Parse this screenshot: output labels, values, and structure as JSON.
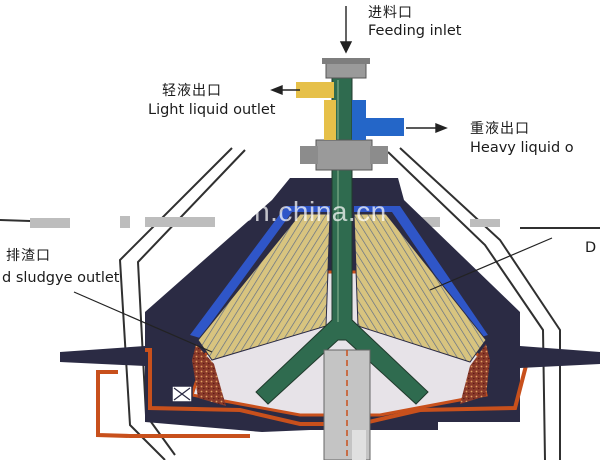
{
  "labels": {
    "feed_cn": "进料口",
    "feed_en": "Feeding inlet",
    "light_cn": "轻液出口",
    "light_en": "Light liquid outlet",
    "heavy_cn": "重液出口",
    "heavy_en": "Heavy liquid o",
    "sludge_cn": "排渣口",
    "sludge_en": "d sludgye outlet",
    "right_cut": "D"
  },
  "watermark": "en.china.cn",
  "colors": {
    "housing": "#2b2b44",
    "feed_tube": "#2f6b4f",
    "blue_channel": "#2f56c8",
    "disc_fill": "#d8c47f",
    "sediment": "#a04a34",
    "orange_line": "#c8501c",
    "frame_line": "#303030",
    "fitting_gray": "#9a9a9a",
    "light_outlet": "#e6c049",
    "heavy_outlet": "#2466c8"
  }
}
